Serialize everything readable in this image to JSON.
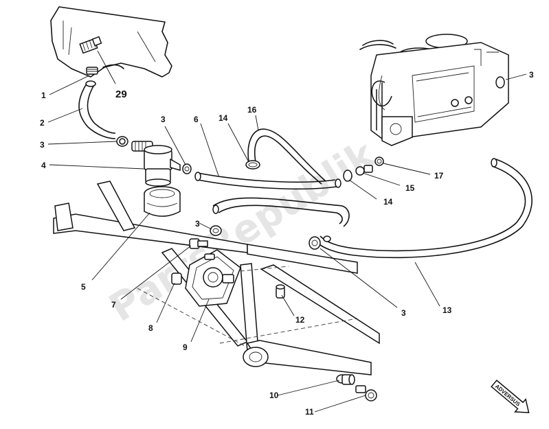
{
  "watermark": {
    "text": "PartsRepublik"
  },
  "direction_arrow": {
    "text": "ADVERSUS"
  },
  "callouts": [
    {
      "id": "c1",
      "label": "1"
    },
    {
      "id": "c2",
      "label": "2"
    },
    {
      "id": "c3a",
      "label": "3"
    },
    {
      "id": "c3b",
      "label": "3"
    },
    {
      "id": "c3c",
      "label": "3"
    },
    {
      "id": "c3d",
      "label": "3"
    },
    {
      "id": "c3e",
      "label": "3"
    },
    {
      "id": "c4",
      "label": "4"
    },
    {
      "id": "c5",
      "label": "5"
    },
    {
      "id": "c6",
      "label": "6"
    },
    {
      "id": "c7",
      "label": "7"
    },
    {
      "id": "c8",
      "label": "8"
    },
    {
      "id": "c9",
      "label": "9"
    },
    {
      "id": "c10",
      "label": "10"
    },
    {
      "id": "c11",
      "label": "11"
    },
    {
      "id": "c12",
      "label": "12"
    },
    {
      "id": "c13",
      "label": "13"
    },
    {
      "id": "c14a",
      "label": "14"
    },
    {
      "id": "c14b",
      "label": "14"
    },
    {
      "id": "c15",
      "label": "15"
    },
    {
      "id": "c16",
      "label": "16"
    },
    {
      "id": "c17",
      "label": "17"
    },
    {
      "id": "c29",
      "label": "29"
    }
  ]
}
